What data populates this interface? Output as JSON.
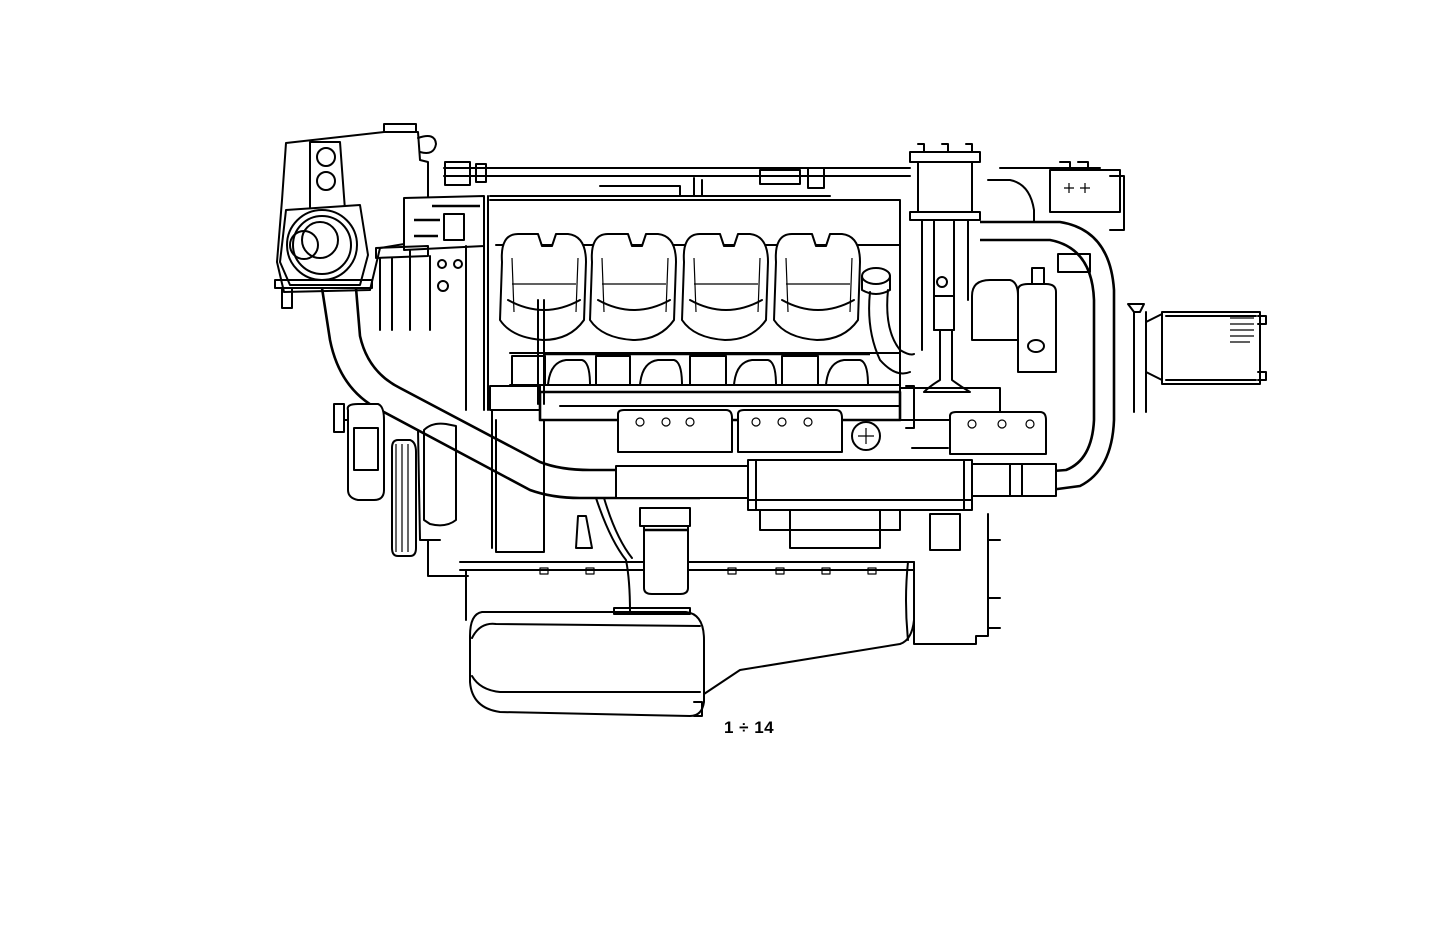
{
  "diagram": {
    "type": "technical-line-drawing",
    "subject": "engine-side-view",
    "background_color": "#ffffff",
    "line_color": "#000000",
    "label": "1 ÷ 14",
    "components": [
      {
        "name": "valve-cover-1"
      },
      {
        "name": "valve-cover-2"
      },
      {
        "name": "valve-cover-3"
      },
      {
        "name": "valve-cover-4"
      },
      {
        "name": "exhaust-manifold"
      },
      {
        "name": "intake-pipe"
      },
      {
        "name": "oil-filter"
      },
      {
        "name": "oil-pan"
      },
      {
        "name": "pulley"
      },
      {
        "name": "thermostat-housing"
      },
      {
        "name": "turbo-pipe"
      },
      {
        "name": "flywheel-housing-filter"
      },
      {
        "name": "fuel-filter"
      }
    ]
  }
}
